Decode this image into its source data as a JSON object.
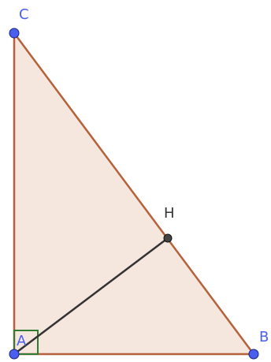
{
  "diagram": {
    "points": {
      "A": {
        "label": "A",
        "color": "#4a5ef0"
      },
      "B": {
        "label": "B",
        "color": "#4a5ef0"
      },
      "C": {
        "label": "C",
        "color": "#4a5ef0"
      },
      "H": {
        "label": "H",
        "color": "#333333"
      }
    },
    "colors": {
      "triangle_fill": "#f5e6de",
      "triangle_stroke": "#b5613a",
      "altitude_stroke": "#333333",
      "right_angle_marker": "#2e7d32",
      "point_outline": "#1a237e"
    }
  }
}
